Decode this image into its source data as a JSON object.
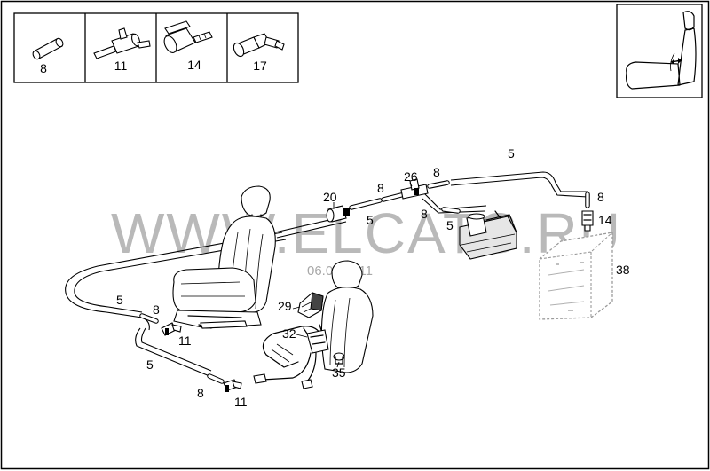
{
  "watermark": {
    "text": "WWW.ELCATS.RU",
    "date": "06.05.2011"
  },
  "legend_items": [
    {
      "number": "8",
      "icon": "tube-piece-icon"
    },
    {
      "number": "11",
      "icon": "t-connector-icon"
    },
    {
      "number": "14",
      "icon": "check-valve-icon"
    },
    {
      "number": "17",
      "icon": "elbow-connector-icon"
    }
  ],
  "callouts": {
    "c5_top": "5",
    "c8_top_a": "8",
    "c26": "26",
    "c20": "20",
    "c8_mid": "8",
    "c5_mid": "5",
    "c8_mid2": "8",
    "c5_mid2": "5",
    "c8_right": "8",
    "c14": "14",
    "c38": "38",
    "c5_left": "5",
    "c8_left": "8",
    "c11_left": "11",
    "c5_left2": "5",
    "c8_bottom": "8",
    "c11_bottom": "11",
    "c29": "29",
    "c32": "32",
    "c35": "35"
  },
  "colors": {
    "line": "#000000",
    "watermark": "#b9b9b9",
    "background": "#ffffff"
  }
}
